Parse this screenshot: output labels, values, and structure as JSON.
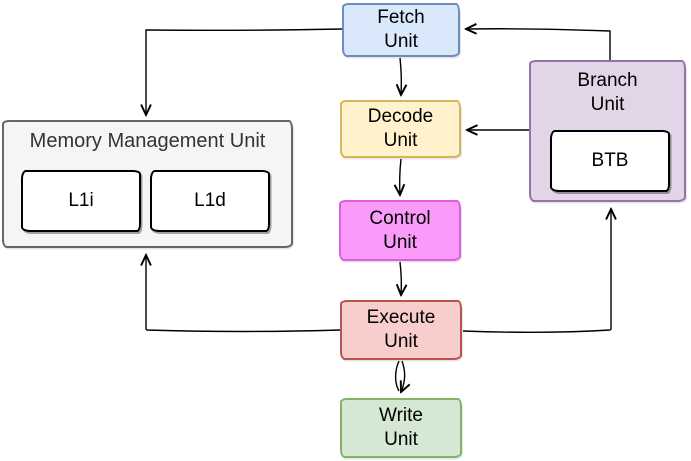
{
  "diagram": {
    "nodes": {
      "fetch": {
        "label": "Fetch\nUnit",
        "fill": "#dae8fc",
        "stroke": "#6c8ebf",
        "text": "#000000"
      },
      "decode": {
        "label": "Decode\nUnit",
        "fill": "#fff2cc",
        "stroke": "#d6b656",
        "text": "#000000"
      },
      "control": {
        "label": "Control\nUnit",
        "fill": "#fa9bfa",
        "stroke": "#e05ce0",
        "text": "#000000"
      },
      "execute": {
        "label": "Execute\nUnit",
        "fill": "#f8cecc",
        "stroke": "#b85450",
        "text": "#000000"
      },
      "write": {
        "label": "Write\nUnit",
        "fill": "#d5e8d4",
        "stroke": "#82b366",
        "text": "#000000"
      },
      "mmu": {
        "label": "Memory Management Unit",
        "fill": "#f5f5f5",
        "stroke": "#666666",
        "text": "#333333"
      },
      "l1i": {
        "label": "L1i",
        "fill": "#ffffff",
        "stroke": "#000000",
        "text": "#000000"
      },
      "l1d": {
        "label": "L1d",
        "fill": "#ffffff",
        "stroke": "#000000",
        "text": "#000000"
      },
      "branch": {
        "label": "Branch\nUnit",
        "fill": "#e1d5e7",
        "stroke": "#9673a6",
        "text": "#000000"
      },
      "btb": {
        "label": "BTB",
        "fill": "#ffffff",
        "stroke": "#000000",
        "text": "#000000"
      }
    },
    "edges": [
      {
        "from": "fetch",
        "to": "mmu"
      },
      {
        "from": "branch",
        "to": "fetch"
      },
      {
        "from": "fetch",
        "to": "decode"
      },
      {
        "from": "branch",
        "to": "decode"
      },
      {
        "from": "decode",
        "to": "control"
      },
      {
        "from": "control",
        "to": "execute"
      },
      {
        "from": "execute",
        "to": "write"
      },
      {
        "from": "execute",
        "to": "branch"
      },
      {
        "from": "execute",
        "to": "mmu"
      }
    ],
    "edge_color": "#000000"
  }
}
